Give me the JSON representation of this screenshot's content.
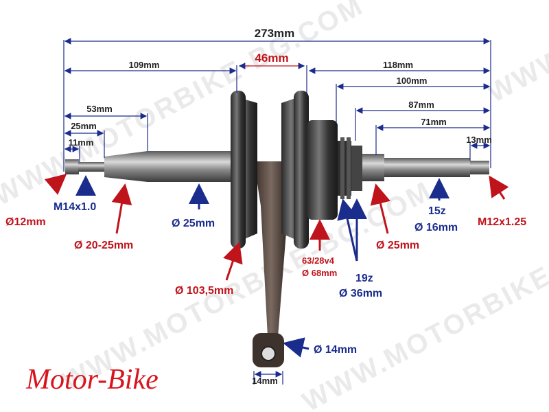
{
  "watermark": {
    "text": "WWW.MOTORBIKE-BG.COM"
  },
  "brand": {
    "text": "Motor-Bike"
  },
  "dimensions": {
    "overall": "273mm",
    "d109": "109mm",
    "d46": "46mm",
    "d118": "118mm",
    "d100": "100mm",
    "d53": "53mm",
    "d87": "87mm",
    "d25": "25mm",
    "d71": "71mm",
    "d11": "11mm",
    "d13": "13mm",
    "rod_width": "14mm"
  },
  "labels": {
    "m14": "M14x1.0",
    "d12": "Ø12mm",
    "d2025": "Ø 20-25mm",
    "d25a": "Ø 25mm",
    "d1035": "Ø 103,5mm",
    "d6328": "63/28v4",
    "d68": "Ø 68mm",
    "z19": "19z",
    "d36": "Ø 36mm",
    "d25b": "Ø 25mm",
    "z15": "15z",
    "d16": "Ø 16mm",
    "m12": "M12x1.25",
    "d14": "Ø 14mm"
  },
  "colors": {
    "red": "#c0141c",
    "blue": "#1a2c8c",
    "dimension_line": "#1a2c8c",
    "brand": "#d8141c"
  }
}
